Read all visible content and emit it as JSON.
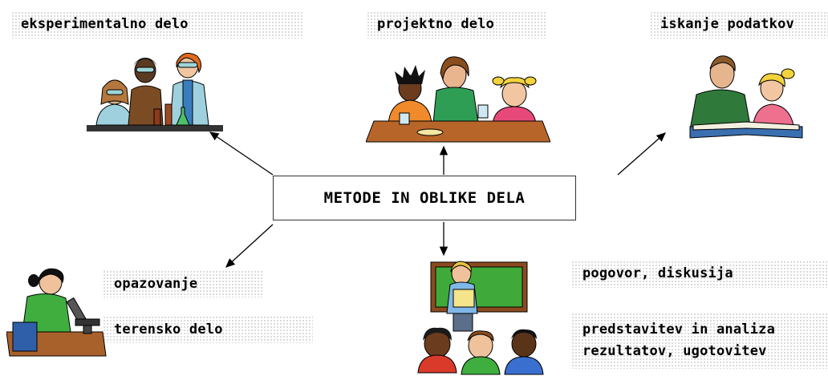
{
  "center": {
    "title": "METODE IN OBLIKE DELA"
  },
  "methods": {
    "experimental": "eksperimentalno delo",
    "project": "projektno delo",
    "data_search": "iskanje podatkov",
    "observation": "opazovanje",
    "fieldwork": "terensko delo",
    "discussion": "pogovor, diskusija",
    "presentation_line1": "predstavitev in analiza",
    "presentation_line2": "rezultatov, ugotovitev"
  },
  "icons": {
    "experimental": "scientists-lab-icon",
    "project": "group-table-icon",
    "data_search": "reading-book-icon",
    "observation": "microscope-child-icon",
    "presentation": "classroom-presenter-icon"
  }
}
